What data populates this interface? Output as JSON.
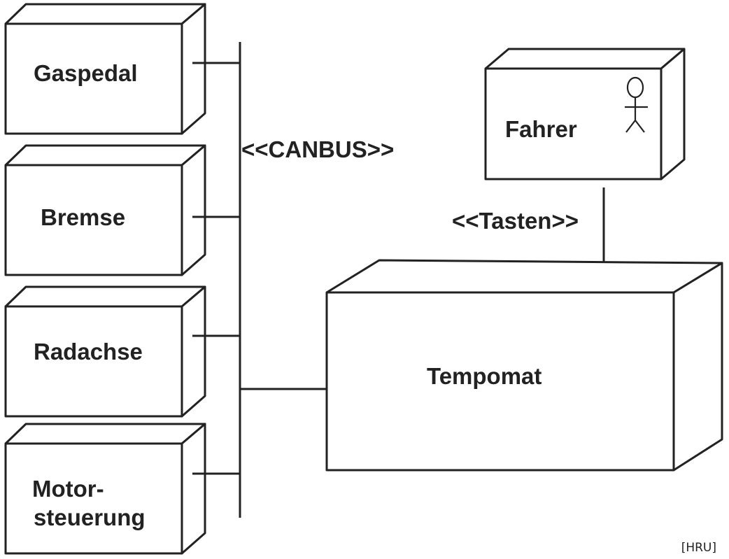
{
  "nodes": {
    "gaspedal": {
      "label": "Gaspedal"
    },
    "bremse": {
      "label": "Bremse"
    },
    "radachse": {
      "label": "Radachse"
    },
    "motorsteuerung": {
      "label_line1": "Motor-",
      "label_line2": "steuerung"
    },
    "fahrer": {
      "label": "Fahrer",
      "icon": "actor-stick-figure-icon"
    },
    "tempomat": {
      "label": "Tempomat"
    }
  },
  "connectors": {
    "canbus": {
      "label": "<<CANBUS>>"
    },
    "tasten": {
      "label": "<<Tasten>>"
    }
  },
  "credit": "[HRU]",
  "colors": {
    "stroke": "#222222",
    "background": "#ffffff"
  }
}
